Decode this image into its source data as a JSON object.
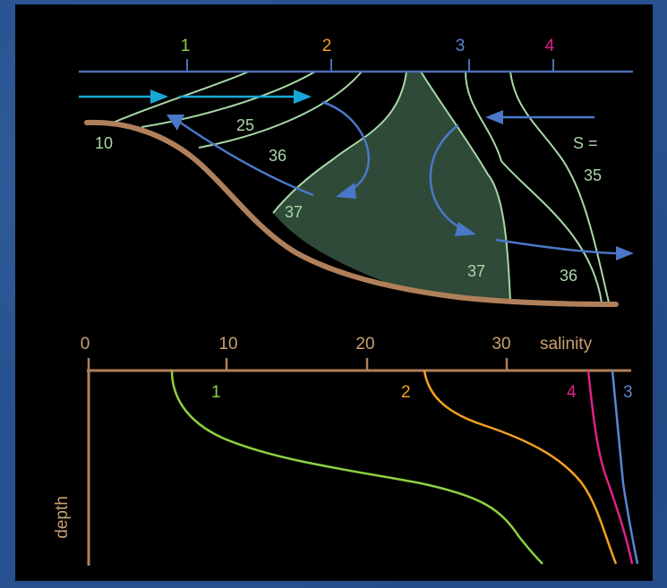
{
  "colors": {
    "background": "#27508e",
    "panel": "#000000",
    "surface_line": "#4a6fb3",
    "shelf": "#b0805a",
    "isohaline": "#a8d8a8",
    "water_mass_fill": "#2f4a38",
    "arrow_cyan": "#18a8d8",
    "arrow_blue": "#4a78c8",
    "station_1": "#8ed040",
    "station_2": "#f4a020",
    "station_3": "#5a86d0",
    "station_4": "#e0208a",
    "axis": "#b0805a",
    "axis_text": "#c8a070"
  },
  "cross_section": {
    "stations": [
      {
        "label": "1",
        "color_key": "station_1"
      },
      {
        "label": "2",
        "color_key": "station_2"
      },
      {
        "label": "3",
        "color_key": "station_3"
      },
      {
        "label": "4",
        "color_key": "station_4"
      }
    ],
    "isohaline_labels": [
      "10",
      "25",
      "36",
      "37",
      "37",
      "36"
    ],
    "s_label_line1": "S =",
    "s_label_line2": "35"
  },
  "profile_chart": {
    "x_ticks": [
      "0",
      "10",
      "20",
      "30"
    ],
    "x_label": "salinity",
    "y_label": "depth",
    "profile_labels": [
      "1",
      "2",
      "4",
      "3"
    ]
  }
}
